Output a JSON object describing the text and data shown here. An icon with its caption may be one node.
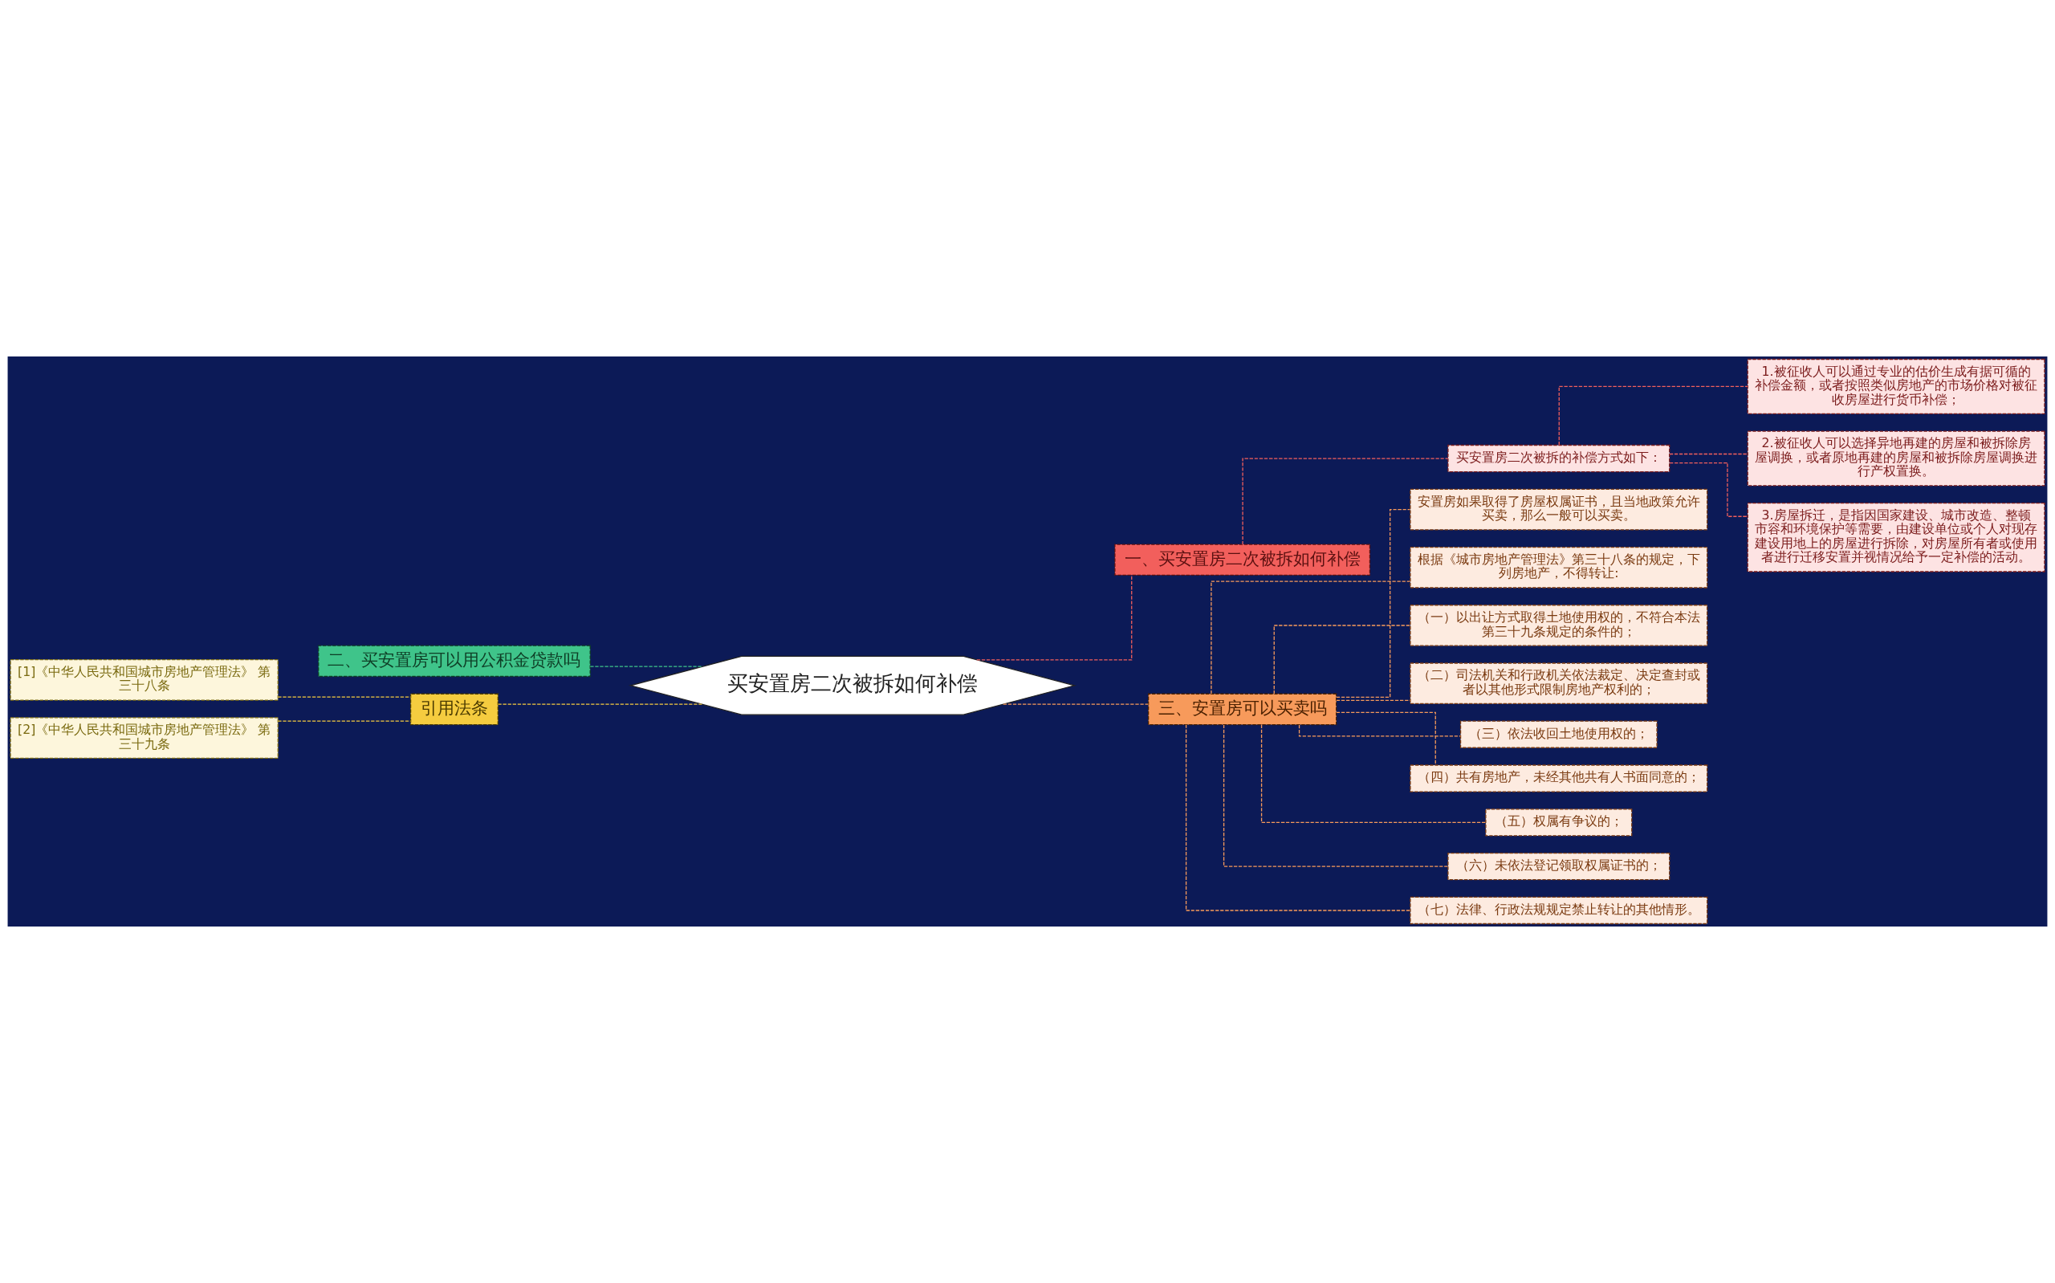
{
  "diagram": {
    "nodes": [
      {
        "text": [
          "买安置房二次被拆如何补偿"
        ]
      },
      {
        "text": [
          "一、买安置房二次被拆如何补偿"
        ]
      },
      {
        "text": [
          "买安置房二次被拆的补偿方式如下："
        ]
      },
      {
        "text": [
          "1.被征收人可以通过专业的估价生成有据可循的补偿金额，或者按照类似房地产的市场价格对被征收房屋进行货币补偿；"
        ]
      },
      {
        "text": [
          "2.被征收人可以选择异地再建的房屋和被拆除房屋调换，或者原地再建的房屋和被拆除房屋调换进行产权置换。"
        ]
      },
      {
        "text": [
          "3.房屋拆迁，是指因国家建设、城市改造、整顿市容和环境保护等需要，由建设单位或个人对现存建设用地上的房屋进行拆除，对房屋所有者或使用者进行迁移安置并视情况给予一定补偿的活动。"
        ]
      },
      {
        "text": [
          "三、安置房可以买卖吗"
        ]
      },
      {
        "text": [
          "安置房如果取得了房屋权属证书，且当地政策允许买卖，那么一般可以买卖。"
        ]
      },
      {
        "text": [
          "根据《城市房地产管理法》第三十八条的规定，下列房地产，不得转让:"
        ]
      },
      {
        "text": [
          "（一）以出让方式取得土地使用权的，不符合本法第三十九条规定的条件的；"
        ]
      },
      {
        "text": [
          "（二）司法机关和行政机关依法裁定、决定查封或者以其他形式限制房地产权利的；"
        ]
      },
      {
        "text": [
          "（三）依法收回土地使用权的；"
        ]
      },
      {
        "text": [
          "（四）共有房地产，未经其他共有人书面同意的；"
        ]
      },
      {
        "text": [
          "（五）权属有争议的；"
        ]
      },
      {
        "text": [
          "（六）未依法登记领取权属证书的；"
        ]
      },
      {
        "text": [
          "（七）法律、行政法规规定禁止转让的其他情形。"
        ]
      },
      {
        "text": [
          "二、买安置房可以用公积金贷款吗"
        ]
      },
      {
        "text": [
          "引用法条"
        ]
      },
      {
        "text": [
          "[1]《中华人民共和国城市房地产管理法》 第三十八条"
        ]
      },
      {
        "text": [
          "[2]《中华人民共和国城市房地产管理法》 第三十九条"
        ]
      }
    ],
    "edges": [
      {
        "from": 0,
        "to": 1,
        "arrow": "none",
        "style": "dashed",
        "color": "#f25f5c"
      },
      {
        "from": 1,
        "to": 2,
        "arrow": "none",
        "style": "dashed",
        "color": "#f25f5c"
      },
      {
        "from": 2,
        "to": 3,
        "arrow": "none",
        "style": "dashed",
        "color": "#f25f5c"
      },
      {
        "from": 2,
        "to": 4,
        "arrow": "none",
        "style": "dashed",
        "color": "#f25f5c"
      },
      {
        "from": 2,
        "to": 5,
        "arrow": "none",
        "style": "dashed",
        "color": "#f25f5c"
      },
      {
        "from": 0,
        "to": 6,
        "arrow": "none",
        "style": "dashed",
        "color": "#f79a5b"
      },
      {
        "from": 6,
        "to": 7,
        "arrow": "none",
        "style": "dashed",
        "color": "#f79a5b"
      },
      {
        "from": 6,
        "to": 8,
        "arrow": "none",
        "style": "dashed",
        "color": "#f79a5b"
      },
      {
        "from": 6,
        "to": 9,
        "arrow": "none",
        "style": "dashed",
        "color": "#f79a5b"
      },
      {
        "from": 6,
        "to": 10,
        "arrow": "none",
        "style": "dashed",
        "color": "#f79a5b"
      },
      {
        "from": 6,
        "to": 11,
        "arrow": "none",
        "style": "dashed",
        "color": "#f79a5b"
      },
      {
        "from": 6,
        "to": 12,
        "arrow": "none",
        "style": "dashed",
        "color": "#f79a5b"
      },
      {
        "from": 6,
        "to": 13,
        "arrow": "none",
        "style": "dashed",
        "color": "#f79a5b"
      },
      {
        "from": 6,
        "to": 14,
        "arrow": "none",
        "style": "dashed",
        "color": "#f79a5b"
      },
      {
        "from": 6,
        "to": 15,
        "arrow": "none",
        "style": "dashed",
        "color": "#f79a5b"
      },
      {
        "from": 0,
        "to": 16,
        "arrow": "none",
        "style": "dashed",
        "color": "#3fc48a"
      },
      {
        "from": 0,
        "to": 17,
        "arrow": "none",
        "style": "dashed",
        "color": "#f5cc3f"
      },
      {
        "from": 17,
        "to": 18,
        "arrow": "none",
        "style": "dashed",
        "color": "#f5cc3f"
      },
      {
        "from": 17,
        "to": 19,
        "arrow": "none",
        "style": "dashed",
        "color": "#f5cc3f"
      }
    ]
  }
}
